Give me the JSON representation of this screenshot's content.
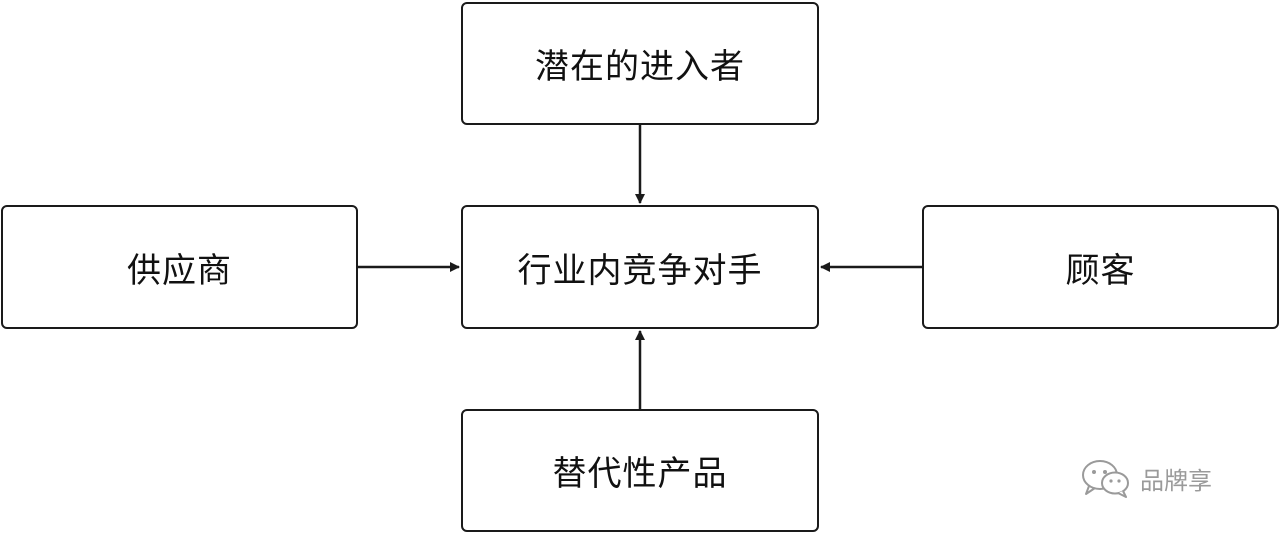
{
  "diagram": {
    "nodes": {
      "top": "潜在的进入者",
      "center": "行业内竞争对手",
      "left": "供应商",
      "right": "顾客",
      "bottom": "替代性产品"
    },
    "edges": [
      {
        "from": "top",
        "to": "center"
      },
      {
        "from": "left",
        "to": "center"
      },
      {
        "from": "right",
        "to": "center"
      },
      {
        "from": "bottom",
        "to": "center"
      }
    ],
    "line_color": "#1a1a1a"
  },
  "watermark": {
    "text": "品牌享",
    "icon": "wechat-icon",
    "color": "#9a9a9a"
  }
}
